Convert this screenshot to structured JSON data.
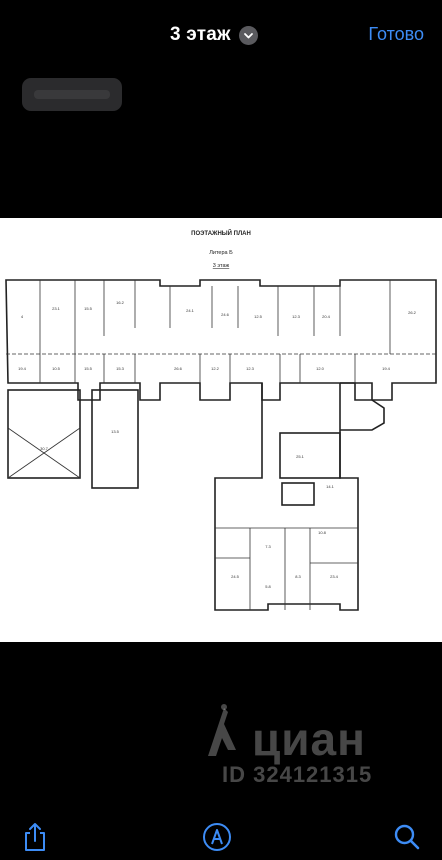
{
  "header": {
    "title": "3 этаж",
    "done_label": "Готово"
  },
  "plan": {
    "heading": "ПОЭТАЖНЫЙ ПЛАН",
    "litera": "Литера Б",
    "floor": "3 этаж"
  },
  "watermark": {
    "brand": "циан",
    "id_text": "ID 324121315"
  },
  "toolbar": {
    "icons": [
      "share-icon",
      "markup-icon",
      "search-icon"
    ]
  },
  "colors": {
    "background": "#000000",
    "accent": "#3d8cf5",
    "plan_bg": "#ffffff",
    "plan_lines": "#222222"
  }
}
